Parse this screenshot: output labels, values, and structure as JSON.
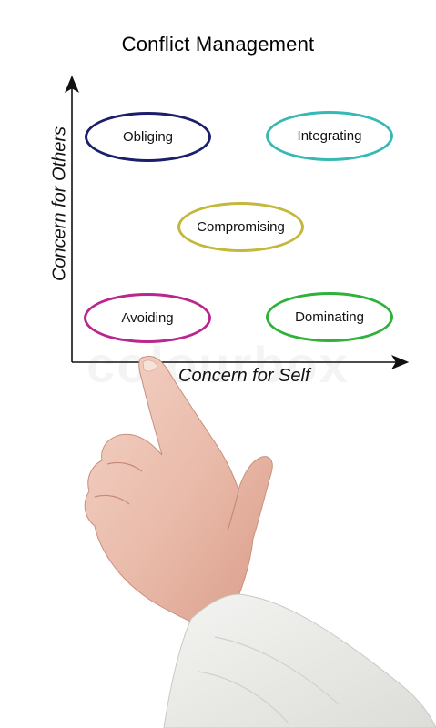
{
  "title": "Conflict Management",
  "axes": {
    "x_label": "Concern for Self",
    "y_label": "Concern for Others"
  },
  "styles": [
    {
      "id": "obliging",
      "label": "Obliging",
      "color": "#1b1f6b"
    },
    {
      "id": "integrating",
      "label": "Integrating",
      "color": "#35b9b6"
    },
    {
      "id": "compromising",
      "label": "Compromising",
      "color": "#c3b83a"
    },
    {
      "id": "avoiding",
      "label": "Avoiding",
      "color": "#b8268e"
    },
    {
      "id": "dominating",
      "label": "Dominating",
      "color": "#2fb13a"
    }
  ],
  "watermark": "colourbox"
}
